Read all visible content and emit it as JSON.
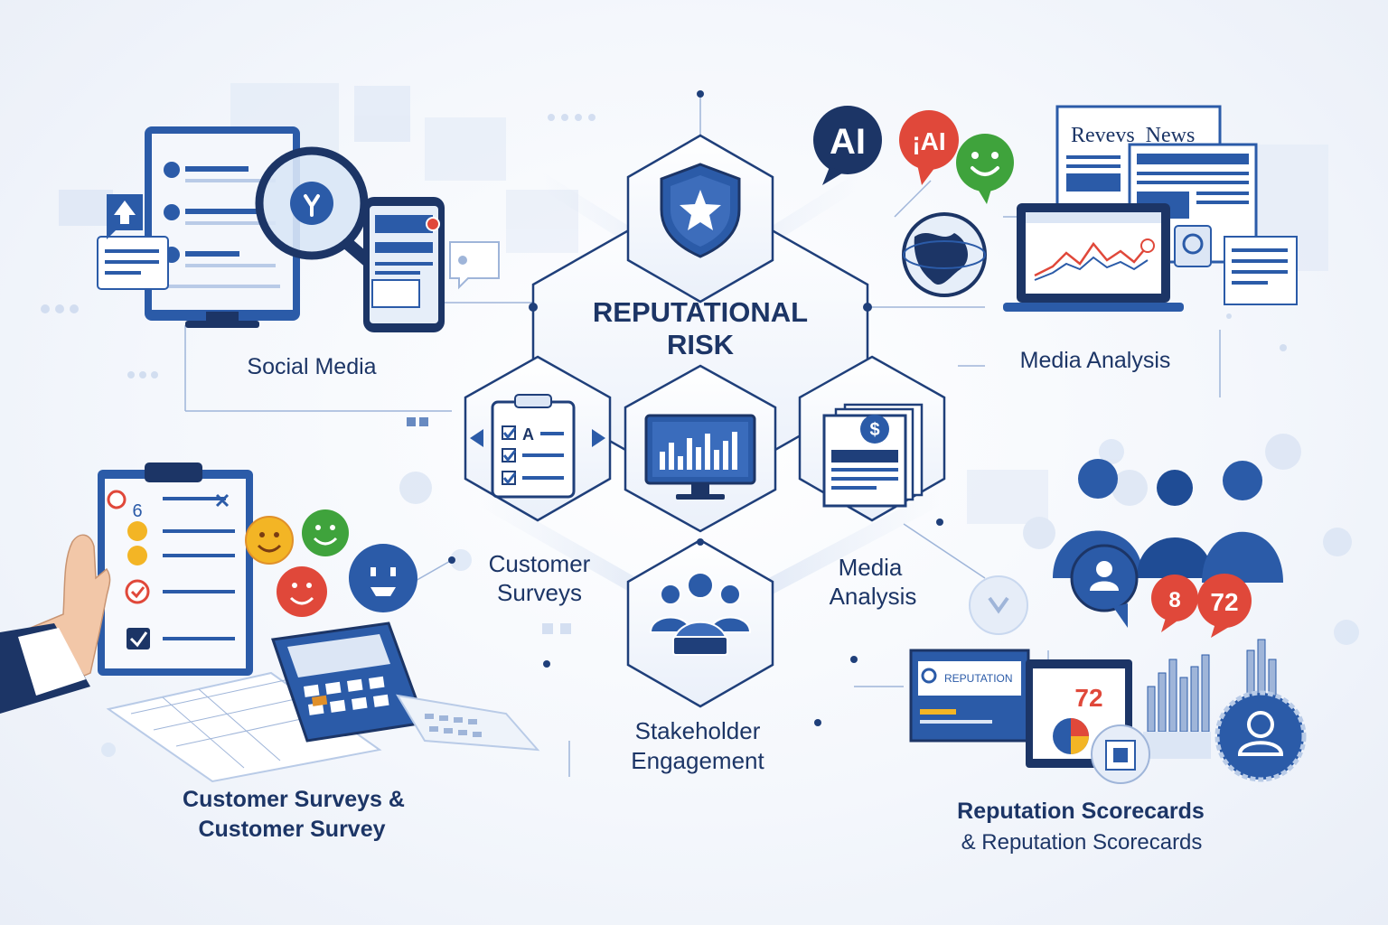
{
  "center": {
    "title_line1": "REPUTATIONAL",
    "title_line2": "RISK"
  },
  "hex_labels": {
    "customer_surveys": [
      "Customer",
      "Surveys"
    ],
    "media_analysis": [
      "Media",
      "Analysis"
    ],
    "stakeholder": [
      "Stakeholder",
      "Engagement"
    ]
  },
  "corner_labels": {
    "social_media": "Social Media",
    "media_analysis": "Media Analysis",
    "customer_surveys": [
      "Customer Surveys &",
      "Customer Survey"
    ],
    "scorecards": [
      "Reputation Scorecards",
      "& Reputation Scorecards"
    ]
  },
  "media_panel": {
    "ai_bubble": "AI",
    "ai_bubble_2": "¡AI",
    "newspaper_headline": "Revevs  News"
  },
  "scorecard_panel": {
    "card_title": "REPUTATION",
    "score": "72",
    "bubble_score": "72"
  },
  "survey_panel": {
    "clipboard_number": "6",
    "checklist_letter": "A"
  },
  "colors": {
    "primary": "#2b5ba8",
    "dark": "#1c3566",
    "light": "#dce6f5",
    "accent_red": "#e0483a",
    "accent_green": "#3fa33c",
    "accent_yellow": "#f3b525"
  }
}
